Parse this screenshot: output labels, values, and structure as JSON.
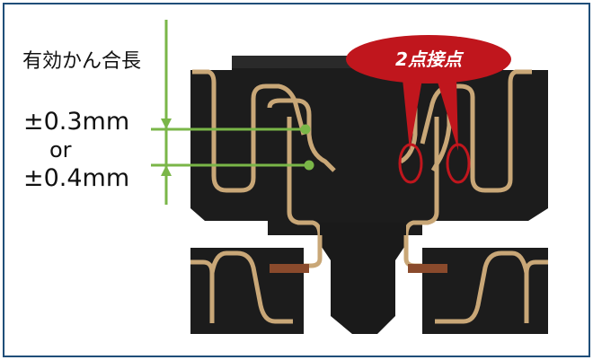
{
  "labels": {
    "engagement_length": "有効かん合長",
    "tolerance_a": "±0.3mm",
    "or": "or",
    "tolerance_b": "±0.4mm",
    "badge": "2点接点"
  },
  "colors": {
    "frame_border": "#1f4e79",
    "connector_body": "#1c1c1c",
    "connector_shadow": "#0d0d0d",
    "contact_gold": "#c9a777",
    "annotation_green": "#7ab648",
    "badge_red": "#c0161d",
    "contact_copper": "#8a4a2c"
  }
}
